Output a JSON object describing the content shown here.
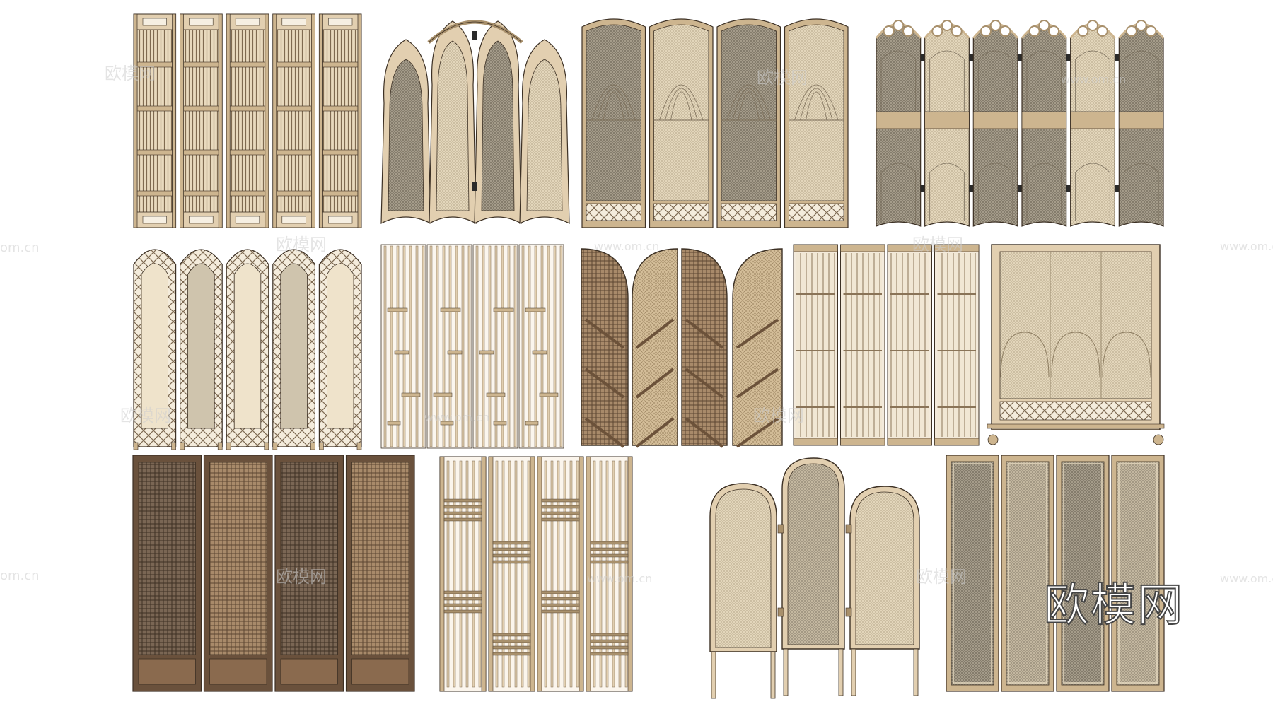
{
  "watermark": {
    "logo_text": "欧模网",
    "site_text": "www.om.cn",
    "small_logo_text": "欧模网",
    "edge_text": "om.cn"
  },
  "colors": {
    "background": "#ffffff",
    "outline": "#3c3024",
    "light_wood": "#e2cfb0",
    "wood_mid": "#cdb58f",
    "wood_shadow": "#a8906c",
    "grey_cane": "#a39a88",
    "light_cane": "#ddd0b6",
    "dark_cane": "#6e5a48",
    "brown_wood": "#8a6a4e",
    "watermark": "#cfcfcf"
  },
  "screens": [
    {
      "name": "bamboo-lattice-screen",
      "panels": 5,
      "style": "lattice"
    },
    {
      "name": "petal-arched-screen",
      "panels": 4,
      "style": "petal"
    },
    {
      "name": "arched-cane-screen",
      "panels": 4,
      "style": "arch-cane"
    },
    {
      "name": "loop-top-cane-screen",
      "panels": 6,
      "style": "loop-top"
    },
    {
      "name": "rattan-arch-lattice-screen",
      "panels": 5,
      "style": "round-top"
    },
    {
      "name": "vertical-slat-screen",
      "panels": 4,
      "style": "slats"
    },
    {
      "name": "half-arch-leaf-screen",
      "panels": 4,
      "style": "half-arch"
    },
    {
      "name": "string-slat-screen",
      "panels": 4,
      "style": "strings"
    },
    {
      "name": "framed-cane-stand-screen",
      "panels": 1,
      "style": "stand"
    },
    {
      "name": "dark-grid-cane-screen",
      "panels": 4,
      "style": "dark-grid"
    },
    {
      "name": "bar-slat-folding-screen",
      "panels": 4,
      "style": "bar-slat"
    },
    {
      "name": "three-arch-cane-screen",
      "panels": 3,
      "style": "three-arch"
    },
    {
      "name": "framed-cane-folding-screen",
      "panels": 4,
      "style": "framed-cane"
    }
  ]
}
